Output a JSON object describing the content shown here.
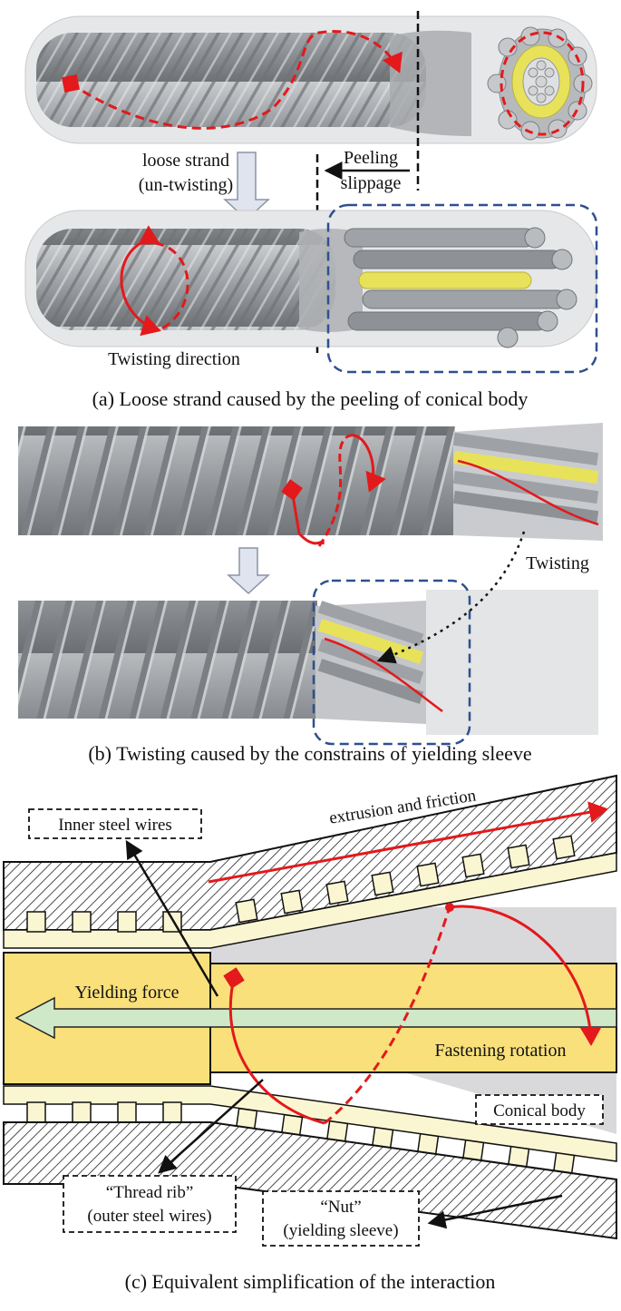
{
  "panel_a": {
    "label_loose_1": "loose strand",
    "label_loose_2": "(un-twisting)",
    "label_peeling_1": "Peeling",
    "label_peeling_2": "slippage",
    "label_twisting_direction": "Twisting direction",
    "caption": "(a) Loose strand caused by the peeling of conical body"
  },
  "panel_b": {
    "label_twisting": "Twisting",
    "caption": "(b) Twisting caused by the constrains of yielding sleeve"
  },
  "panel_c": {
    "label_inner_wires": "Inner steel wires",
    "label_extrusion": "extrusion and friction",
    "label_yielding_force": "Yielding force",
    "label_fastening_rotation": "Fastening rotation",
    "label_conical_body": "Conical body",
    "label_thread_rib_1": "“Thread rib”",
    "label_thread_rib_2": "(outer steel wires)",
    "label_nut_1": "“Nut”",
    "label_nut_2": "(yielding sleeve)",
    "caption": "(c) Equivalent simplification of the interaction"
  },
  "colors": {
    "strand_gray": "#8e9296",
    "core_yellow": "#e8e25a",
    "arrow_red": "#e3191c",
    "box_blue": "#2f4f8f",
    "fill_yellow": "#f9e07a",
    "thread_cream": "#fbf6d2",
    "force_green": "#cfe8c8"
  }
}
